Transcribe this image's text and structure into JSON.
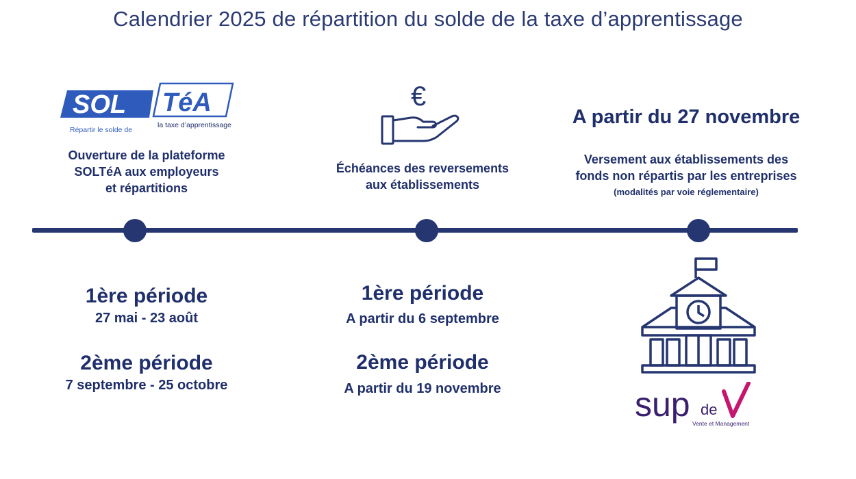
{
  "header": {
    "title": "Calendrier 2025 de répartition du solde de la taxe d’apprentissage"
  },
  "logo_soltea": {
    "sol": "SOL",
    "tea": "TéA",
    "tagline_left": "Répartir le solde de",
    "tagline_right": "la taxe d’apprentissage"
  },
  "col1": {
    "description": [
      "Ouverture de la plateforme",
      "SOLTéA aux employeurs",
      "et répartitions"
    ],
    "period1_title": "1ère période",
    "period1_dates": "27 mai - 23 août",
    "period2_title": "2ème période",
    "period2_dates": "7 septembre - 25 octobre"
  },
  "col2": {
    "icon_symbol": "€",
    "description": [
      "Échéances des reversements",
      "aux établissements"
    ],
    "period1_title": "1ère période",
    "period1_dates": "A partir du 6 septembre",
    "period2_title": "2ème période",
    "period2_dates": "A partir du 19 novembre"
  },
  "col3": {
    "heading": "A partir du 27 novembre",
    "description": [
      "Versement aux établissements des",
      "fonds non répartis par les entreprises"
    ],
    "note": "(modalités par voie réglementaire)"
  },
  "logo_supdev": {
    "sup": "sup",
    "de": "de",
    "v": "V",
    "tagline": "Vente et Management"
  },
  "colors": {
    "navy": "#253670",
    "soltea_blue": "#2f5bbd",
    "sup_purple": "#3a1f6e",
    "sup_magenta": "#c4166f"
  }
}
